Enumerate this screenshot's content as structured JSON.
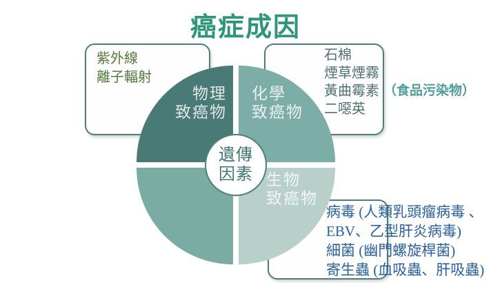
{
  "title": "癌症成因",
  "center": {
    "line1": "遺傳",
    "line2": "因素"
  },
  "quadrants": {
    "physical": {
      "line1": "物理",
      "line2": "致癌物"
    },
    "chemical": {
      "line1": "化學",
      "line2": "致癌物"
    },
    "biological": {
      "line1": "生物",
      "line2": "致癌物"
    }
  },
  "physical_box": {
    "line1": "紫外線",
    "line2": "離子輻射"
  },
  "chemical_box": {
    "line1": "石棉",
    "line2": "煙草煙霧",
    "line3": "黃曲霉素",
    "line4": "二噁英",
    "annotation": "（食品污染物）"
  },
  "biological_box": {
    "line1": "病毒 (人類乳頭瘤病毒 、",
    "line2": "EBV、乙型肝炎病毒)",
    "line3": "細菌 (幽門螺旋桿菌)",
    "line4": "寄生蟲 (血吸蟲、肝吸蟲)"
  },
  "colors": {
    "title": "#2D9678",
    "quadrant_physical": "#4A7A75",
    "quadrant_chemical": "#7CADA6",
    "quadrant_blank": "#7AACA4",
    "quadrant_biological": "#B9CFCA",
    "box_border": "#4C7E79",
    "physical_text": "#557A3B",
    "chemical_text": "#50716E",
    "annotation_text": "#4F9D9C",
    "biological_text": "#2B61A1",
    "center_text": "#3F7874"
  }
}
